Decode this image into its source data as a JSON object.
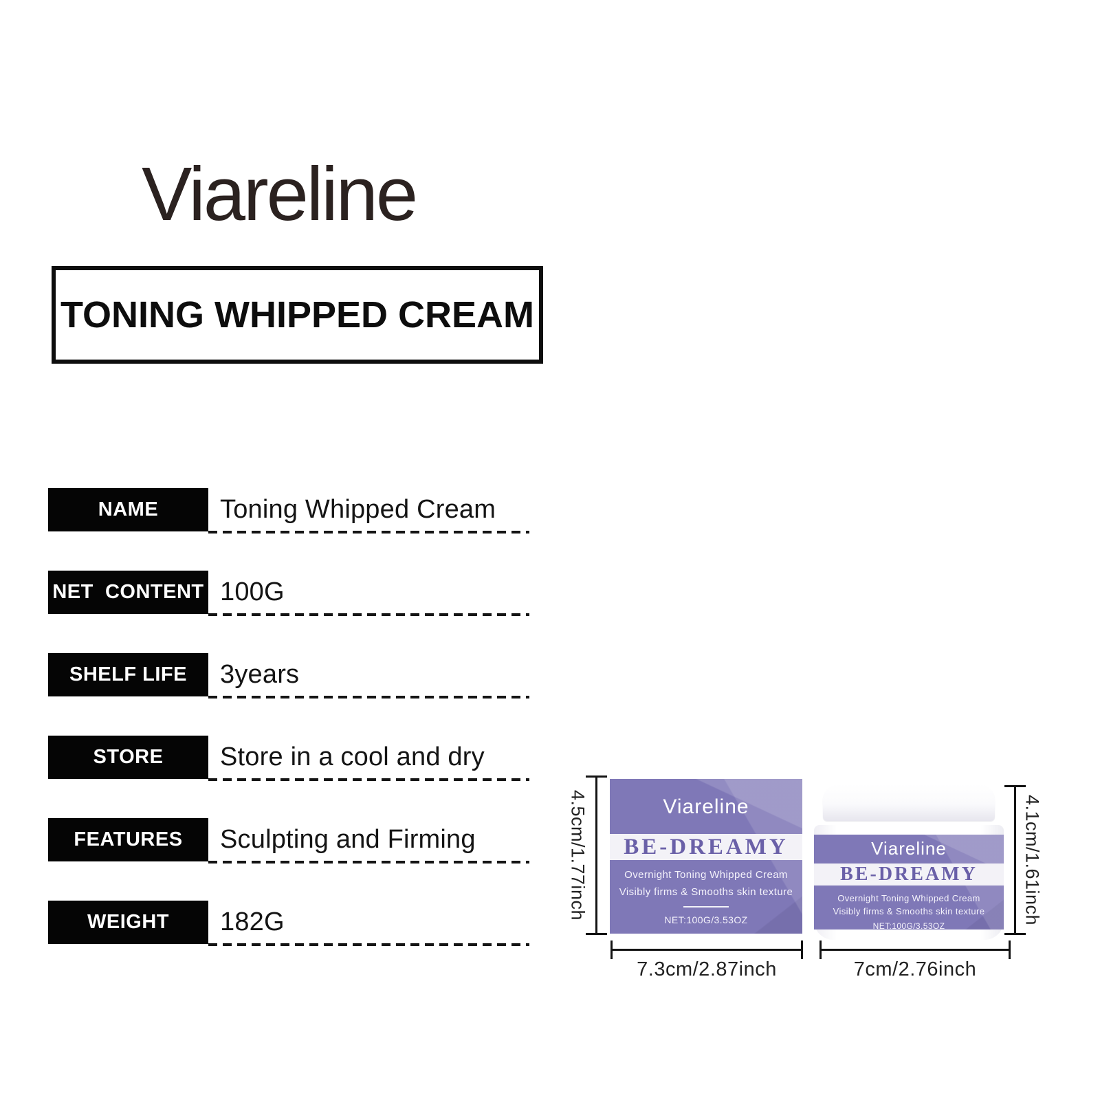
{
  "brand": {
    "logo": "Viareline"
  },
  "title": "TONING WHIPPED CREAM",
  "specs": [
    {
      "label": "NAME",
      "value": "Toning Whipped Cream"
    },
    {
      "label": "NET  CONTENT",
      "value": "100G"
    },
    {
      "label": "SHELF LIFE",
      "value": "3years"
    },
    {
      "label": "STORE",
      "value": "Store in a cool and dry"
    },
    {
      "label": "FEATURES",
      "value": "Sculpting and Firming"
    },
    {
      "label": "WEIGHT",
      "value": "182G"
    }
  ],
  "products": {
    "carton": {
      "brand": "Viareline",
      "name": "BE-DREAMY",
      "line1": "Overnight Toning Whipped Cream",
      "line2": "Visibly firms & Smooths skin texture",
      "net": "NET:100G/3.53OZ",
      "height_label": "4.5cm/1.77inch",
      "width_label": "7.3cm/2.87inch"
    },
    "jar": {
      "brand": "Viareline",
      "name": "BE-DREAMY",
      "line1": "Overnight Toning Whipped Cream",
      "line2": "Visibly firms & Smooths skin texture",
      "net": "NET:100G/3.53OZ",
      "height_label": "4.1cm/1.61inch",
      "width_label": "7cm/2.76inch"
    }
  },
  "colors": {
    "ink": "#2B2220",
    "label_bg": "#050505",
    "purple_base": "#7F78B7",
    "purple_light": "#9089C6",
    "purple_dark": "#6F68A8",
    "band_bg": "#F3F2F7",
    "band_text": "#6A60A8"
  }
}
